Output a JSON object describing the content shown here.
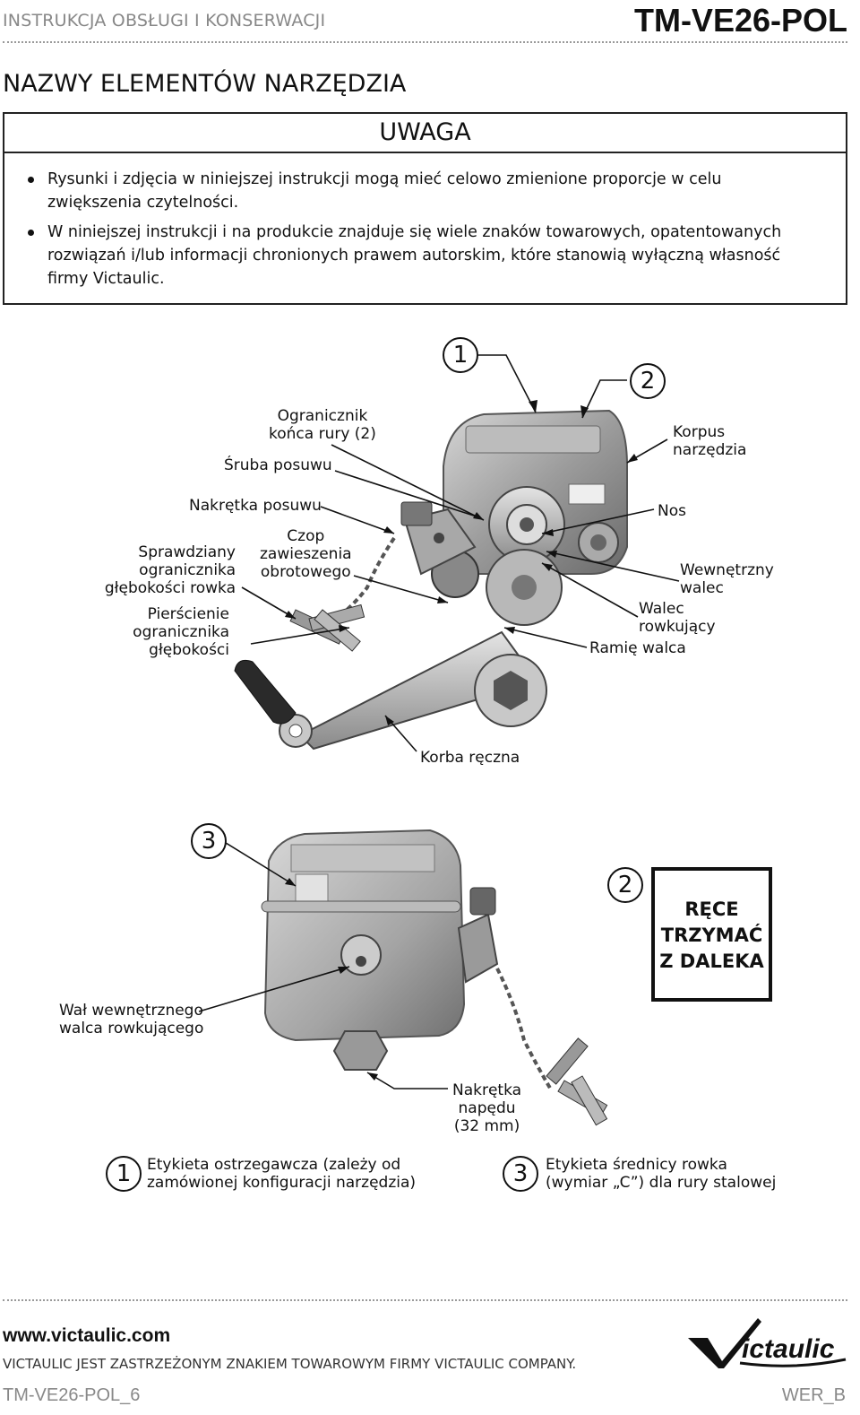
{
  "header": {
    "doc_title": "INSTRUKCJA OBSŁUGI I KONSERWACJI",
    "doc_code": "TM-VE26-POL"
  },
  "section_title": "NAZWY ELEMENTÓW NARZĘDZIA",
  "notice": {
    "heading": "UWAGA",
    "items": [
      "Rysunki i zdjęcia w niniejszej instrukcji mogą mieć celowo zmienione proporcje w celu zwiększenia czytelności.",
      "W niniejszej instrukcji i na produkcie znajduje się wiele znaków towarowych, opatentowanych rozwiązań i/lub informacji chronionych prawem autorskim, które stanowią wyłączną własność firmy Victaulic."
    ]
  },
  "figure1": {
    "callouts": {
      "c1": "1",
      "c2": "2"
    },
    "labels": {
      "ogranicznik_1": "Ogranicznik",
      "ogranicznik_2": "końca rury (2)",
      "sruba": "Śruba posuwu",
      "korpus_1": "Korpus",
      "korpus_2": "narzędzia",
      "nakretka": "Nakrętka posuwu",
      "nos": "Nos",
      "czop_1": "Czop",
      "czop_2": "zawieszenia",
      "czop_3": "obrotowego",
      "sprawdziany_1": "Sprawdziany",
      "sprawdziany_2": "ogranicznika",
      "sprawdziany_3": "głębokości rowka",
      "wewn_1": "Wewnętrzny",
      "wewn_2": "walec",
      "walec_1": "Walec",
      "walec_2": "rowkujący",
      "pierscienie_1": "Pierścienie",
      "pierscienie_2": "ogranicznika",
      "pierscienie_3": "głębokości",
      "ramie": "Ramię walca",
      "korba": "Korba ręczna"
    }
  },
  "figure2": {
    "callouts": {
      "c3": "3",
      "c2": "2"
    },
    "labels": {
      "wal_1": "Wał wewnętrznego",
      "wal_2": "walca rowkującego",
      "naped_1": "Nakrętka",
      "naped_2": "napędu",
      "naped_3": "(32 mm)"
    },
    "warning": [
      "RĘCE",
      "TRZYMAĆ",
      "Z DALEKA"
    ]
  },
  "legend": [
    {
      "num": "1",
      "line1": "Etykieta ostrzegawcza (zależy od",
      "line2": "zamówionej konfiguracji narzędzia)"
    },
    {
      "num": "3",
      "line1": "Etykieta średnicy rowka",
      "line2": "(wymiar „C”) dla rury stalowej"
    }
  ],
  "footer": {
    "url": "www.victaulic.com",
    "trademark": "VICTAULIC JEST ZASTRZEŻONYM ZNAKIEM TOWAROWYM FIRMY VICTAULIC COMPANY.",
    "page_code": "TM-VE26-POL_6",
    "revision": "WER_B",
    "logo_text": "ictaulic"
  }
}
